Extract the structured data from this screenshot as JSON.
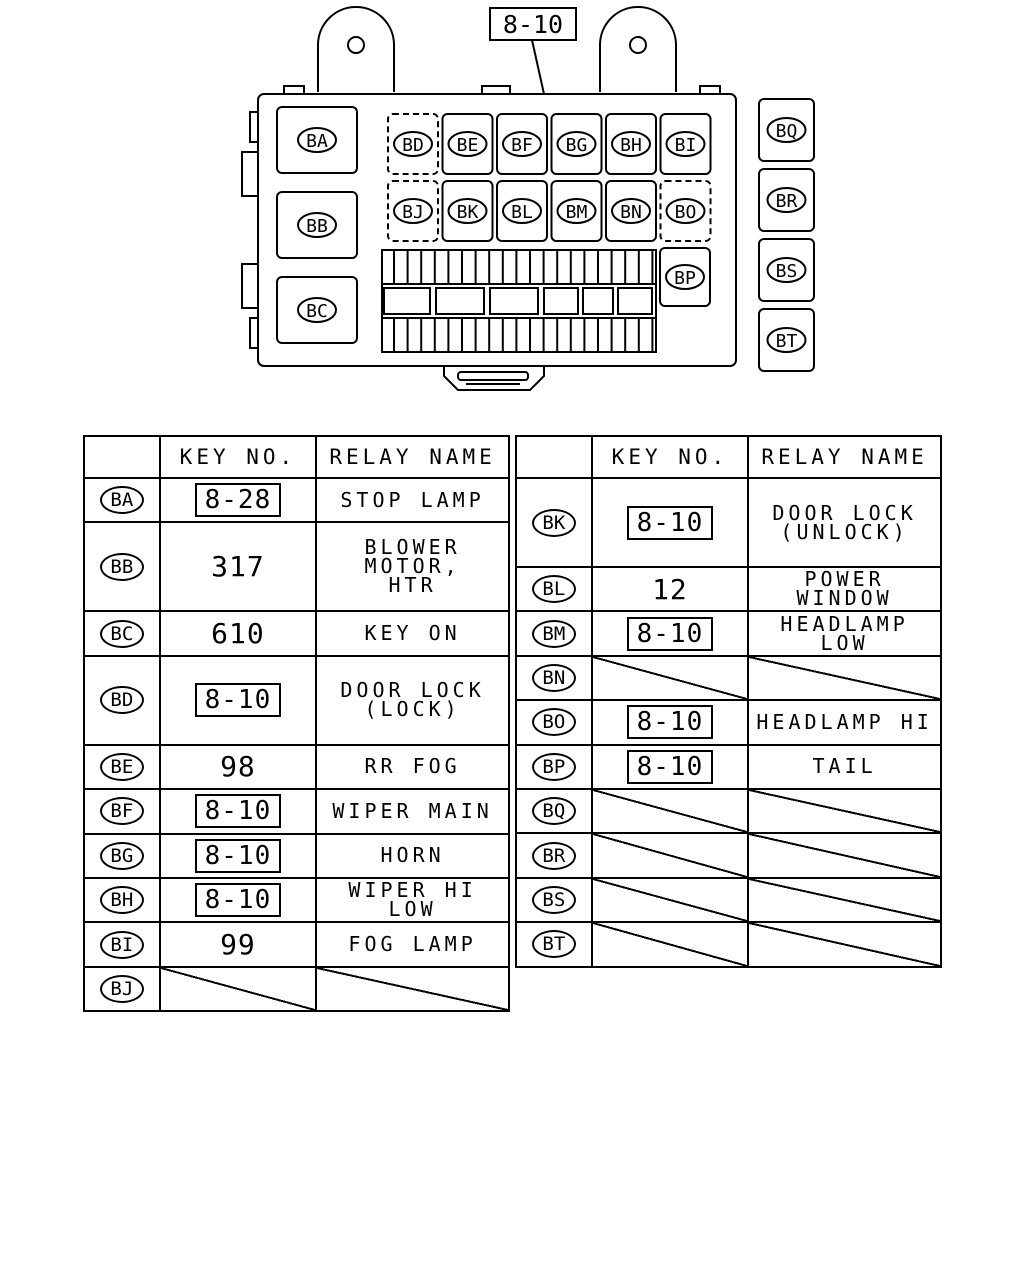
{
  "diagram": {
    "key_label": "8-10",
    "left_relays": [
      "BA",
      "BB",
      "BC"
    ],
    "grid_row1": [
      "BD",
      "BE",
      "BF",
      "BG",
      "BH",
      "BI"
    ],
    "grid_row2": [
      "BJ",
      "BK",
      "BL",
      "BM",
      "BN",
      "BO"
    ],
    "grid_extra": "BP",
    "side_relays": [
      "BQ",
      "BR",
      "BS",
      "BT"
    ]
  },
  "left_table": {
    "headers": [
      "",
      "KEY NO.",
      "RELAY NAME"
    ],
    "rows": [
      {
        "code": "BA",
        "key": "8-28",
        "boxed": true,
        "name": "STOP LAMP",
        "height": 1
      },
      {
        "code": "BB",
        "key": "317",
        "boxed": false,
        "name": "BLOWER MOTOR,\nHTR",
        "height": 2
      },
      {
        "code": "BC",
        "key": "610",
        "boxed": false,
        "name": "KEY ON",
        "height": 1
      },
      {
        "code": "BD",
        "key": "8-10",
        "boxed": true,
        "name": "DOOR LOCK\n(LOCK)",
        "height": 2
      },
      {
        "code": "BE",
        "key": "98",
        "boxed": false,
        "name": "RR FOG",
        "height": 1
      },
      {
        "code": "BF",
        "key": "8-10",
        "boxed": true,
        "name": "WIPER MAIN",
        "height": 1
      },
      {
        "code": "BG",
        "key": "8-10",
        "boxed": true,
        "name": "HORN",
        "height": 1
      },
      {
        "code": "BH",
        "key": "8-10",
        "boxed": true,
        "name": "WIPER HI LOW",
        "height": 1
      },
      {
        "code": "BI",
        "key": "99",
        "boxed": false,
        "name": "FOG LAMP",
        "height": 1
      },
      {
        "code": "BJ",
        "key": "",
        "boxed": false,
        "name": "",
        "height": 1
      }
    ]
  },
  "right_table": {
    "headers": [
      "",
      "KEY NO.",
      "RELAY NAME"
    ],
    "rows": [
      {
        "code": "BK",
        "key": "8-10",
        "boxed": true,
        "name": "DOOR LOCK\n(UNLOCK)",
        "height": 2
      },
      {
        "code": "BL",
        "key": "12",
        "boxed": false,
        "name": "POWER WINDOW",
        "height": 1
      },
      {
        "code": "BM",
        "key": "8-10",
        "boxed": true,
        "name": "HEADLAMP LOW",
        "height": 1
      },
      {
        "code": "BN",
        "key": "",
        "boxed": false,
        "name": "",
        "height": 1
      },
      {
        "code": "BO",
        "key": "8-10",
        "boxed": true,
        "name": "HEADLAMP HI",
        "height": 1
      },
      {
        "code": "BP",
        "key": "8-10",
        "boxed": true,
        "name": "TAIL",
        "height": 1
      },
      {
        "code": "BQ",
        "key": "",
        "boxed": false,
        "name": "",
        "height": 1
      },
      {
        "code": "BR",
        "key": "",
        "boxed": false,
        "name": "",
        "height": 1
      },
      {
        "code": "BS",
        "key": "",
        "boxed": false,
        "name": "",
        "height": 1
      },
      {
        "code": "BT",
        "key": "",
        "boxed": false,
        "name": "",
        "height": 1
      }
    ]
  }
}
